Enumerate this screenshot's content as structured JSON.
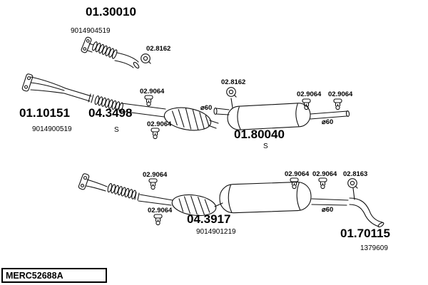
{
  "diagram": {
    "top_assembly": {
      "part_number": "01.30010",
      "oem_number": "9014904519",
      "clamp": "02.8162"
    },
    "middle_assembly": {
      "front_pipe": {
        "part_number": "01.10151",
        "oem_number": "9014900519"
      },
      "catalyst": {
        "part_number": "04.3498",
        "variant": "S"
      },
      "clamp_1": "02.9064",
      "clamp_2": "02.9064",
      "diameter_1": "⌀60",
      "hanger": "02.8162",
      "muffler": {
        "part_number": "01.80040",
        "variant": "S"
      },
      "clamp_3": "02.9064",
      "clamp_4": "02.9064",
      "diameter_2": "⌀60"
    },
    "bottom_assembly": {
      "clamp_1": "02.9064",
      "clamp_2": "02.9064",
      "muffler": {
        "part_number": "04.3917",
        "oem_number": "9014901219"
      },
      "clamp_3": "02.9064",
      "clamp_4": "02.9064",
      "hanger": "02.8163",
      "diameter": "⌀60",
      "tail_pipe": {
        "part_number": "01.70115",
        "oem_number": "1379609"
      }
    },
    "footer": {
      "catalog_code": "MERC52688A"
    }
  }
}
